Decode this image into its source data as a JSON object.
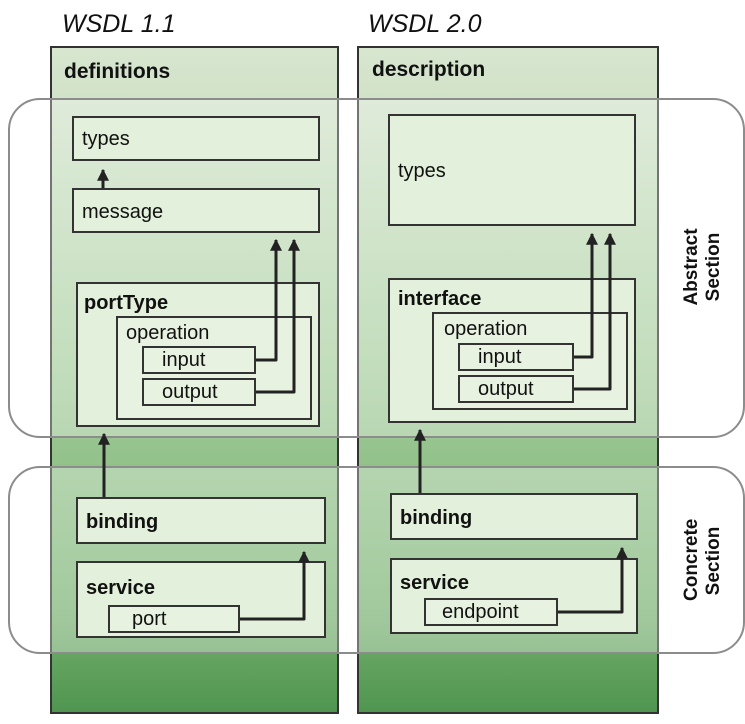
{
  "versions": {
    "left": "WSDL 1.1",
    "right": "WSDL 2.0"
  },
  "left": {
    "root": "definitions",
    "types": "types",
    "message": "message",
    "portType": "portType",
    "operation": "operation",
    "input": "input",
    "output": "output",
    "binding": "binding",
    "service": "service",
    "port": "port"
  },
  "right": {
    "root": "description",
    "types": "types",
    "interface": "interface",
    "operation": "operation",
    "input": "input",
    "output": "output",
    "binding": "binding",
    "service": "service",
    "endpoint": "endpoint"
  },
  "sections": {
    "abstract": [
      "Abstract",
      "Section"
    ],
    "concrete": [
      "Concrete",
      "Section"
    ]
  }
}
